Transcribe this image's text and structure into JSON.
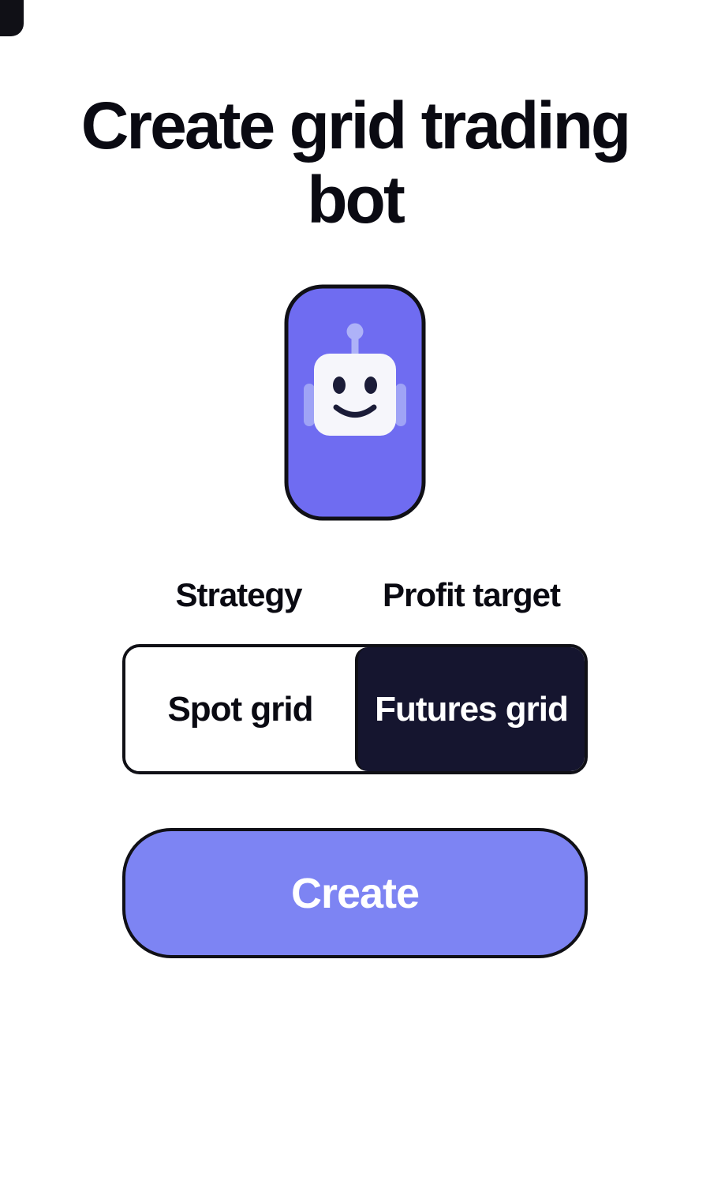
{
  "title": {
    "line1": "Create grid trading",
    "line2": "bot"
  },
  "labels": {
    "strategy": "Strategy",
    "profit_target": "Profit target"
  },
  "segmented": {
    "options": [
      {
        "label": "Spot grid",
        "selected": false
      },
      {
        "label": "Futures grid",
        "selected": true
      }
    ]
  },
  "create_button": {
    "label": "Create"
  },
  "icons": {
    "robot": "robot-face-icon"
  },
  "colors": {
    "accent_purple": "#6F6CF1",
    "button_purple": "#7D84F3",
    "selected_dark": "#15152F",
    "text_black": "#0A0A12",
    "white": "#FFFFFF"
  }
}
